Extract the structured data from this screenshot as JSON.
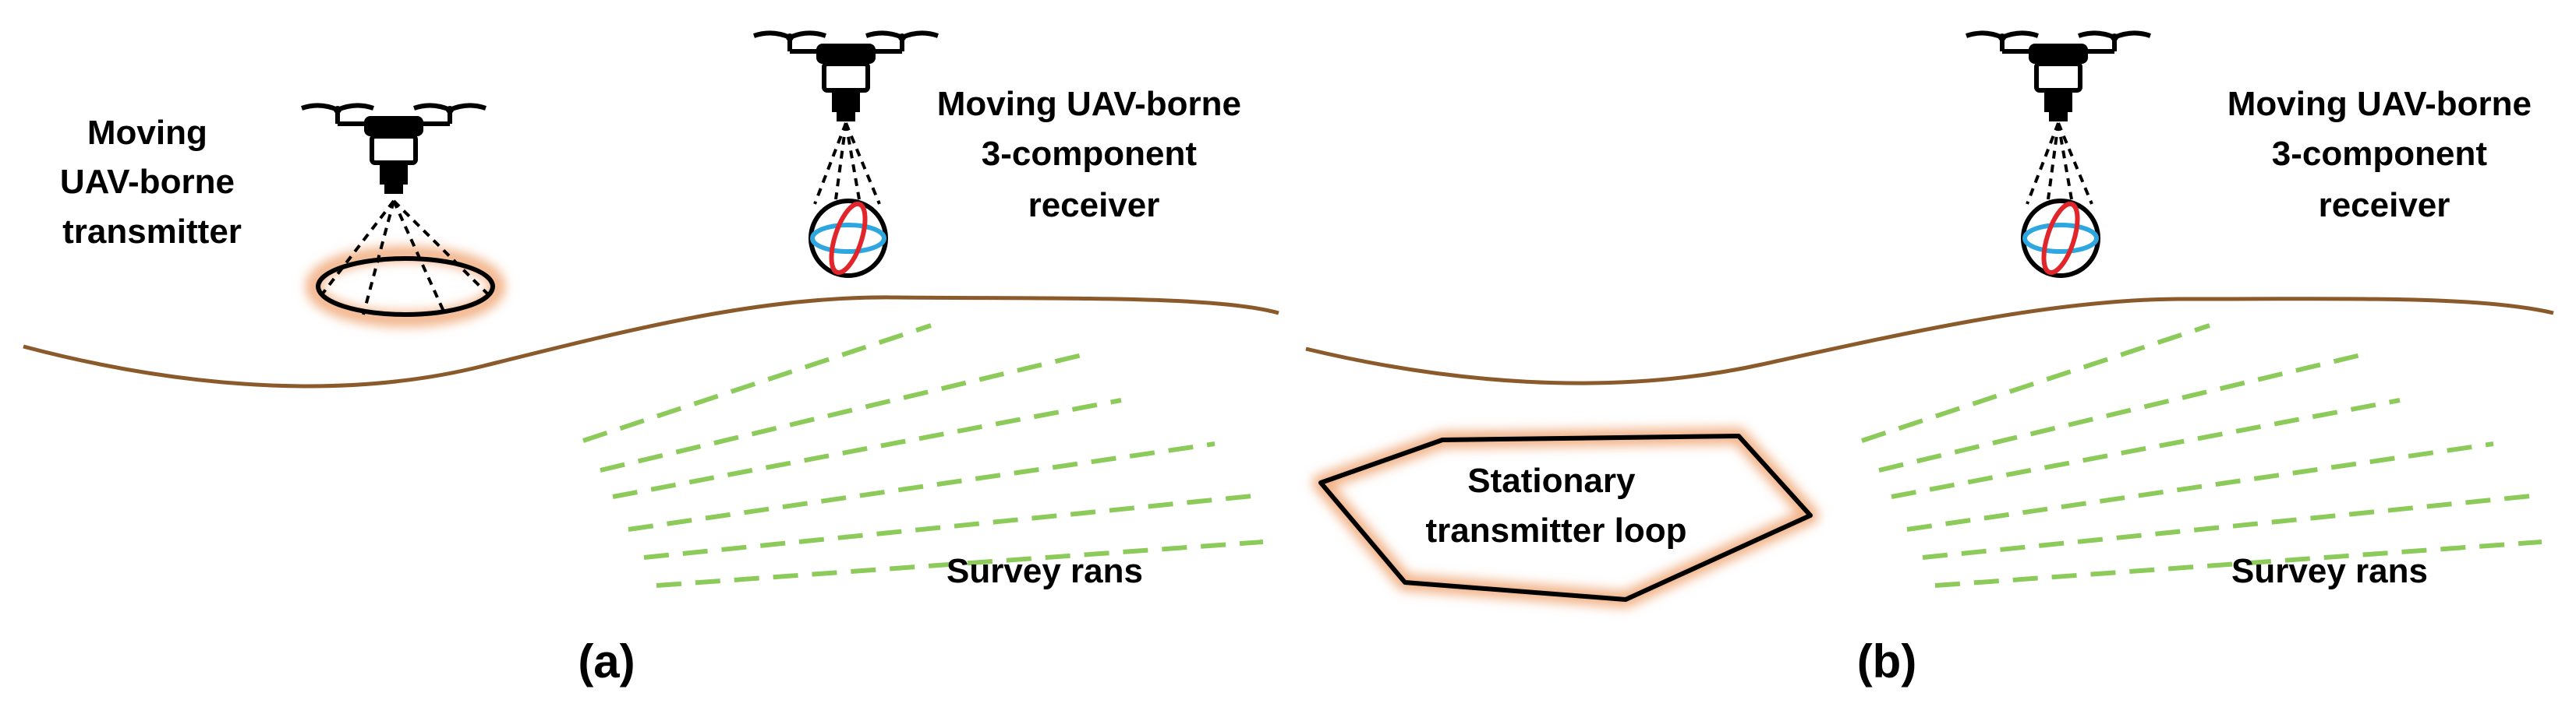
{
  "panels": [
    {
      "caption": "(a)",
      "transmitter_label": [
        "Moving",
        "UAV-borne",
        "transmitter"
      ],
      "receiver_label": [
        "Moving UAV-borne",
        "3-component",
        "receiver"
      ],
      "survey_label": "Survey rans"
    },
    {
      "caption": "(b)",
      "transmitter_label": [
        "Stationary",
        "transmitter loop"
      ],
      "receiver_label": [
        "Moving UAV-borne",
        "3-component",
        "receiver"
      ],
      "survey_label": "Survey rans"
    }
  ],
  "colors": {
    "ground": "#8B5A2B",
    "survey_lines": "#8CCB5A",
    "loop_glow": "#F2B48A",
    "receiver_ring_red": "#E0262B",
    "receiver_ring_blue": "#2EA7E0",
    "outline": "#000000"
  },
  "icons": [
    "drone-icon",
    "transmitter-loop-icon",
    "receiver-sphere-icon"
  ]
}
